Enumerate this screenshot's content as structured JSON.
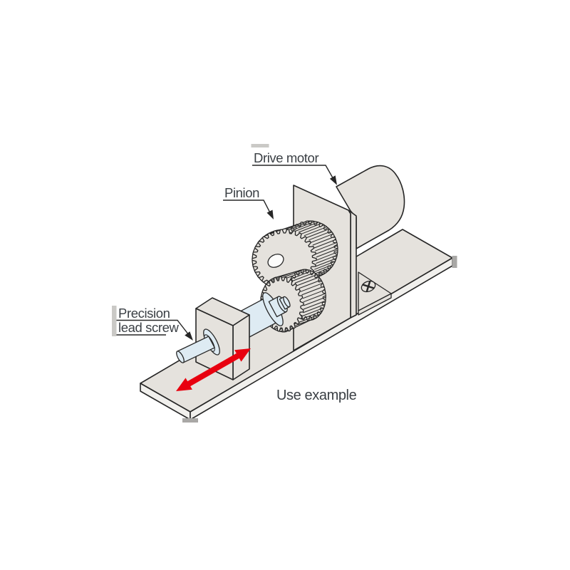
{
  "figure": {
    "caption": "Use example",
    "labels": {
      "drive_motor": "Drive motor",
      "pinion": "Pinion",
      "lead_screw_line1": "Precision",
      "lead_screw_line2": "lead screw"
    }
  },
  "colors": {
    "metal": "#e5e2dd",
    "metal_light": "#f1f0ed",
    "shaft_blue": "#deebf3",
    "outline": "#262626",
    "arrow_red": "#e8000f",
    "text": "#3a3f44",
    "artifact_light": "#cac9c6",
    "artifact_dark": "#a9a8a6"
  }
}
